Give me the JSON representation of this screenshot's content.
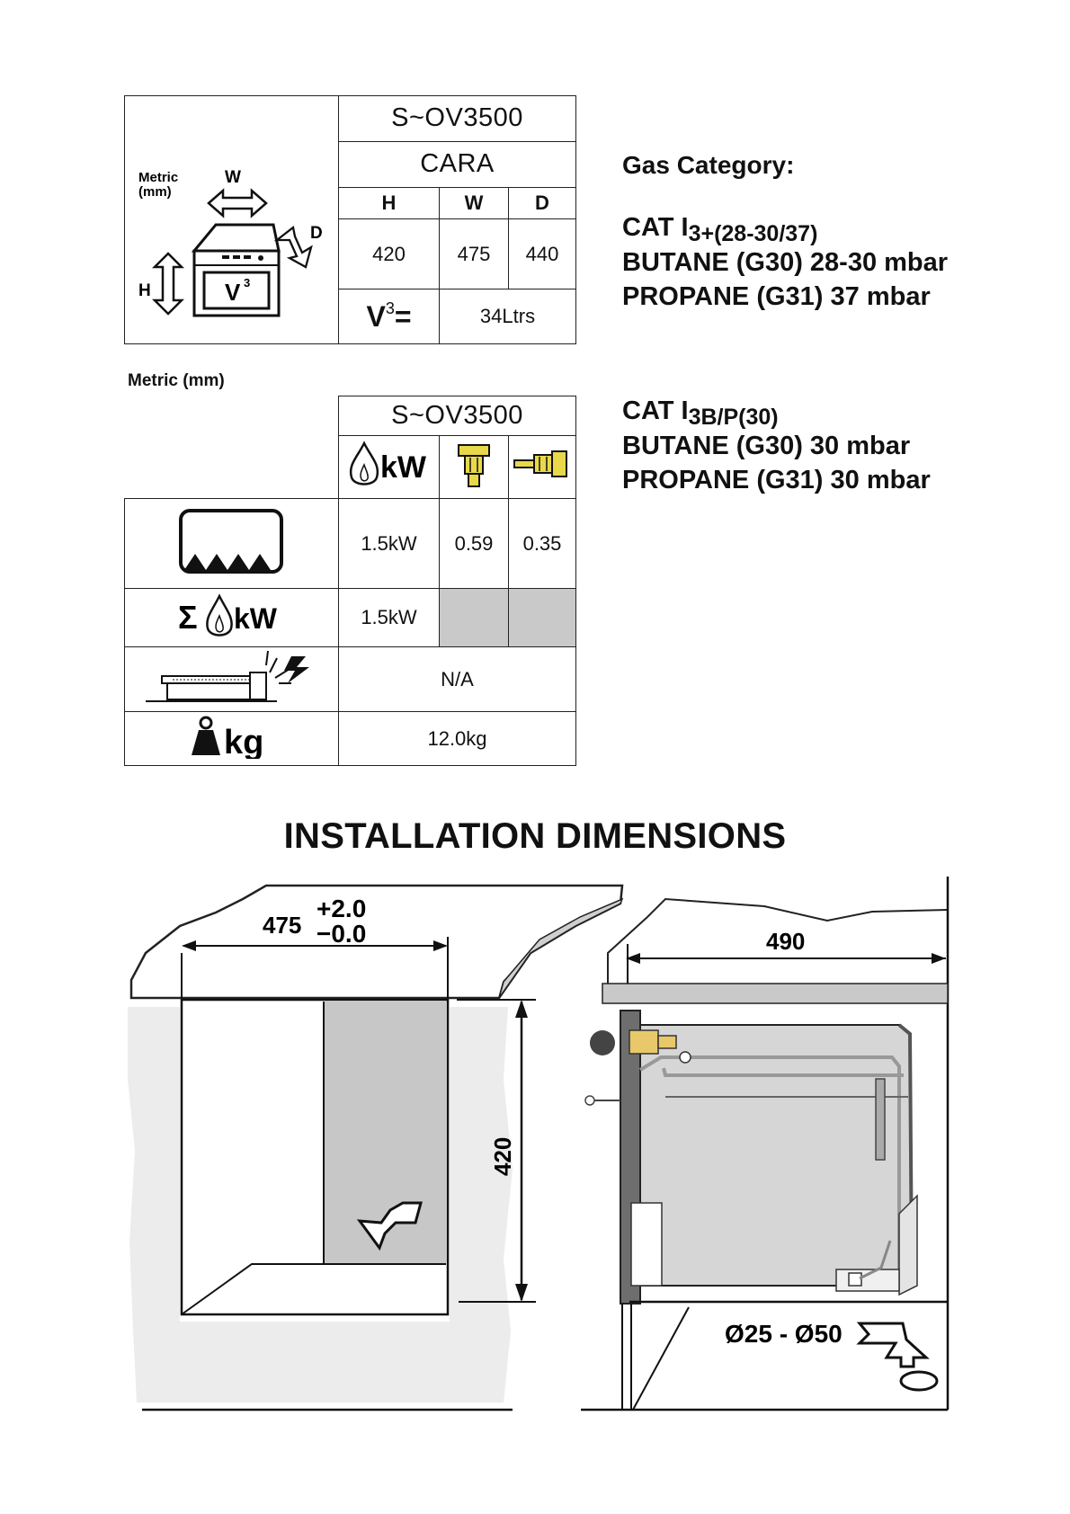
{
  "dimensions_table": {
    "model": "S~OV3500",
    "range": "CARA",
    "metric_icon_label": "Metric\n(mm)",
    "icon_w": "W",
    "icon_h": "H",
    "icon_d": "D",
    "icon_v": "V",
    "icon_v_sup": "3",
    "col_h": "H",
    "col_w": "W",
    "col_d": "D",
    "h_value": "420",
    "w_value": "475",
    "d_value": "440",
    "volume_label": "V",
    "volume_sup": "3",
    "volume_eq": "=",
    "volume_value": "34Ltrs"
  },
  "gas_category": {
    "title": "Gas Category:",
    "cat1_prefix": "CAT I",
    "cat1_sub": "3+(28-30/37)",
    "cat1_line2": "BUTANE (G30) 28-30 mbar",
    "cat1_line3": "PROPANE (G31) 37 mbar",
    "cat2_prefix": "CAT I",
    "cat2_sub": "3B/P(30)",
    "cat2_line2": "BUTANE (G30) 30 mbar",
    "cat2_line3": "PROPANE (G31) 30 mbar"
  },
  "power_table": {
    "metric_label": "Metric (mm)",
    "model": "S~OV3500",
    "kw_label": "kW",
    "sum_symbol": "Σ",
    "oven_kw": "1.5kW",
    "oven_injector": "0.59",
    "oven_bypass": "0.35",
    "total_kw": "1.5kW",
    "ignition": "N/A",
    "kg_label": "kg",
    "weight": "12.0kg"
  },
  "installation": {
    "title": "INSTALLATION DIMENSIONS",
    "width": "475",
    "tol_plus": "+2.0",
    "tol_minus": "−0.0",
    "height": "420",
    "depth": "490",
    "hole": "Ø25 - Ø50"
  }
}
